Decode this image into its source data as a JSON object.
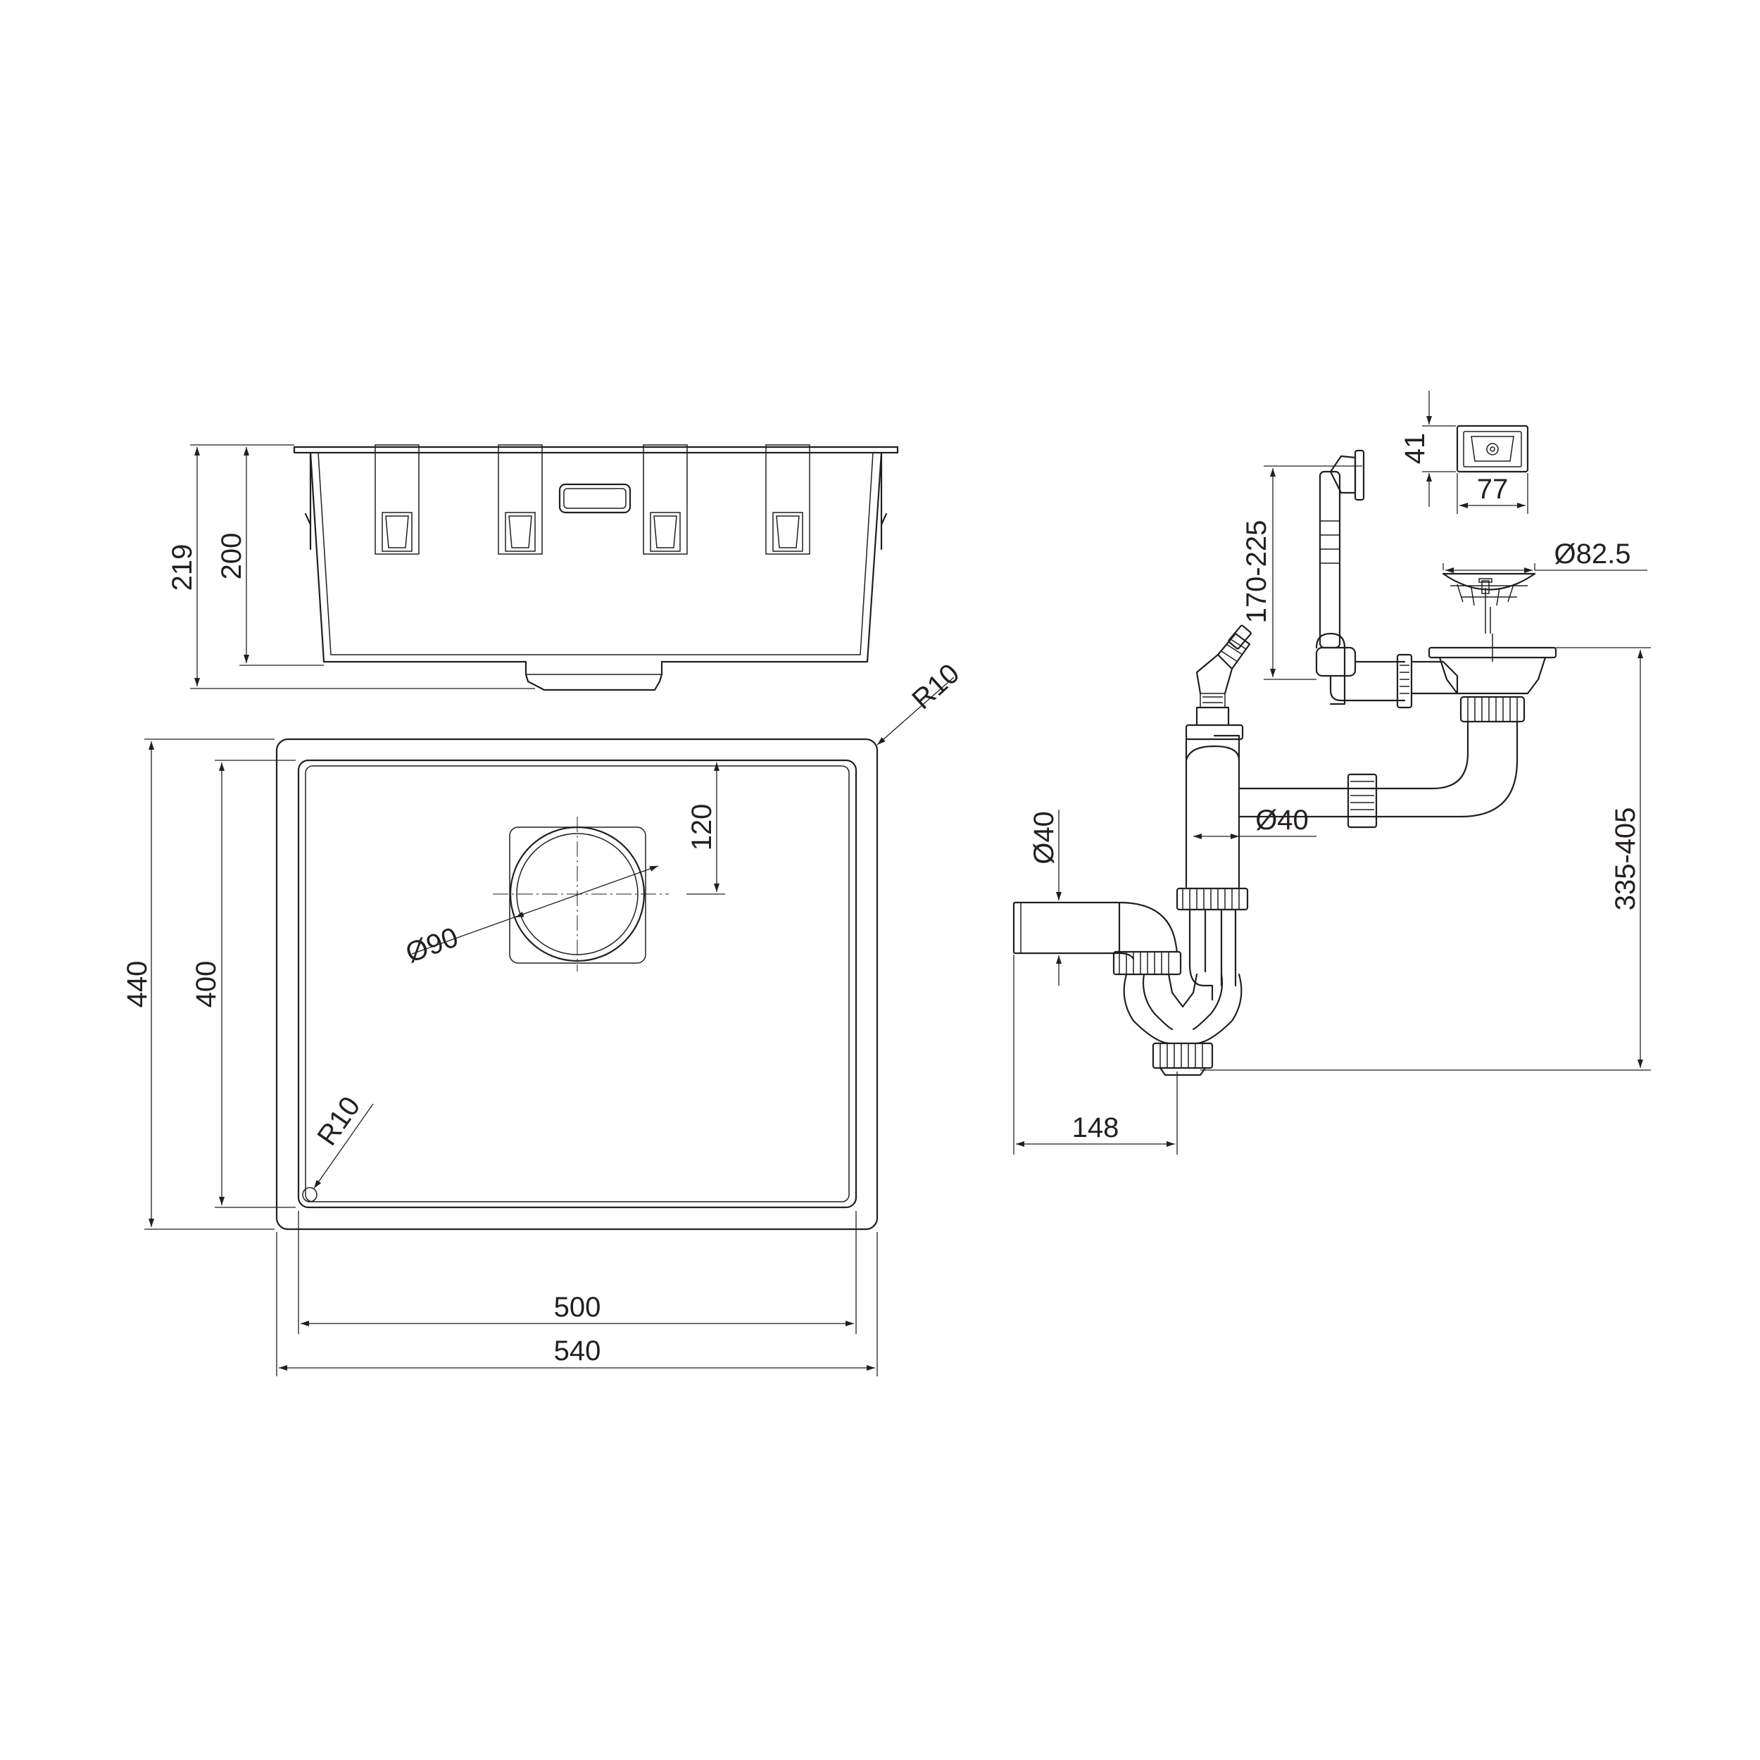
{
  "dimensions": {
    "sink_height_total": "219",
    "sink_height_bowl": "200",
    "corner_radius_outer": "R10",
    "corner_radius_inner": "R10",
    "drain_offset": "120",
    "drain_diameter": "Ø90",
    "outer_depth": "440",
    "inner_depth": "400",
    "inner_width": "500",
    "outer_width": "540",
    "overflow_height": "41",
    "overflow_width": "77",
    "overflow_pipe_length": "170-225",
    "strainer_diameter": "Ø82.5",
    "siphon_height": "335-405",
    "pipe_diameter_vertical": "Ø40",
    "pipe_diameter_outlet": "Ø40",
    "outlet_offset": "148"
  },
  "colors": {
    "ink": "#231f20",
    "background": "#ffffff"
  }
}
